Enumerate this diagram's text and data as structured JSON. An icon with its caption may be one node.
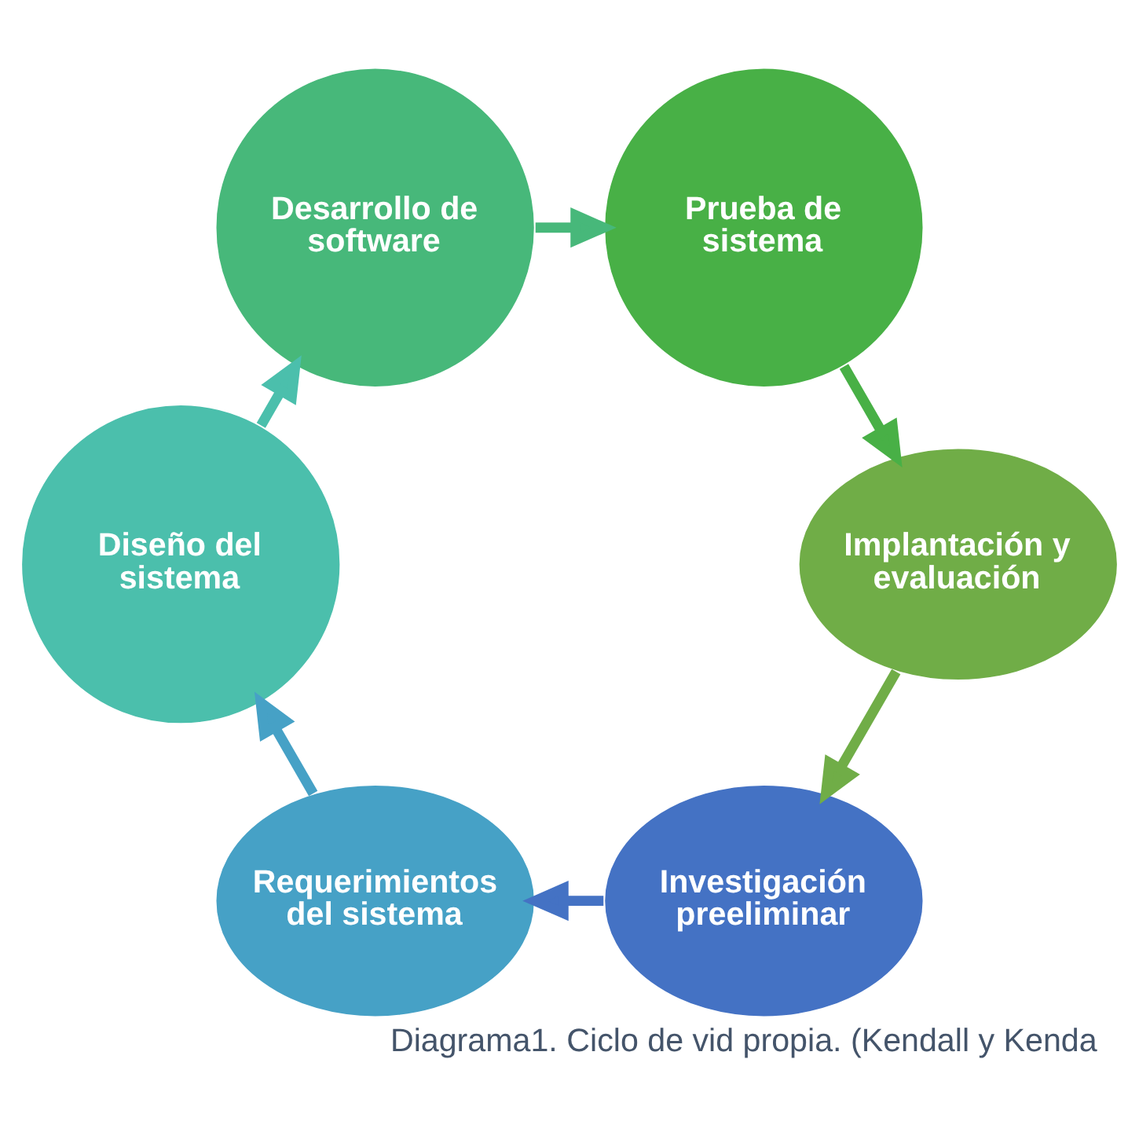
{
  "diagram": {
    "caption": "Diagrama1. Ciclo de vid propia. (Kendall y Kenda",
    "nodes": [
      {
        "text": [
          "Investigación preeliminar"
        ]
      },
      {
        "text": [
          "Requerimientos del sistema"
        ]
      },
      {
        "text": [
          "Diseño del sistema"
        ]
      },
      {
        "text": [
          "Desarrollo de software"
        ]
      },
      {
        "text": [
          "Prueba de sistema"
        ]
      },
      {
        "text": [
          "Implantación y evaluación"
        ]
      }
    ],
    "edges": [
      {
        "from": 0,
        "to": 1,
        "arrow": "to",
        "color": "#4472c4"
      },
      {
        "from": 1,
        "to": 2,
        "arrow": "to",
        "color": "#46a1c6"
      },
      {
        "from": 2,
        "to": 3,
        "arrow": "to",
        "color": "#4bbfac"
      },
      {
        "from": 3,
        "to": 4,
        "arrow": "to",
        "color": "#47b87a"
      },
      {
        "from": 4,
        "to": 5,
        "arrow": "to",
        "color": "#48b046"
      },
      {
        "from": 5,
        "to": 0,
        "arrow": "to",
        "color": "#70ad47"
      }
    ]
  }
}
